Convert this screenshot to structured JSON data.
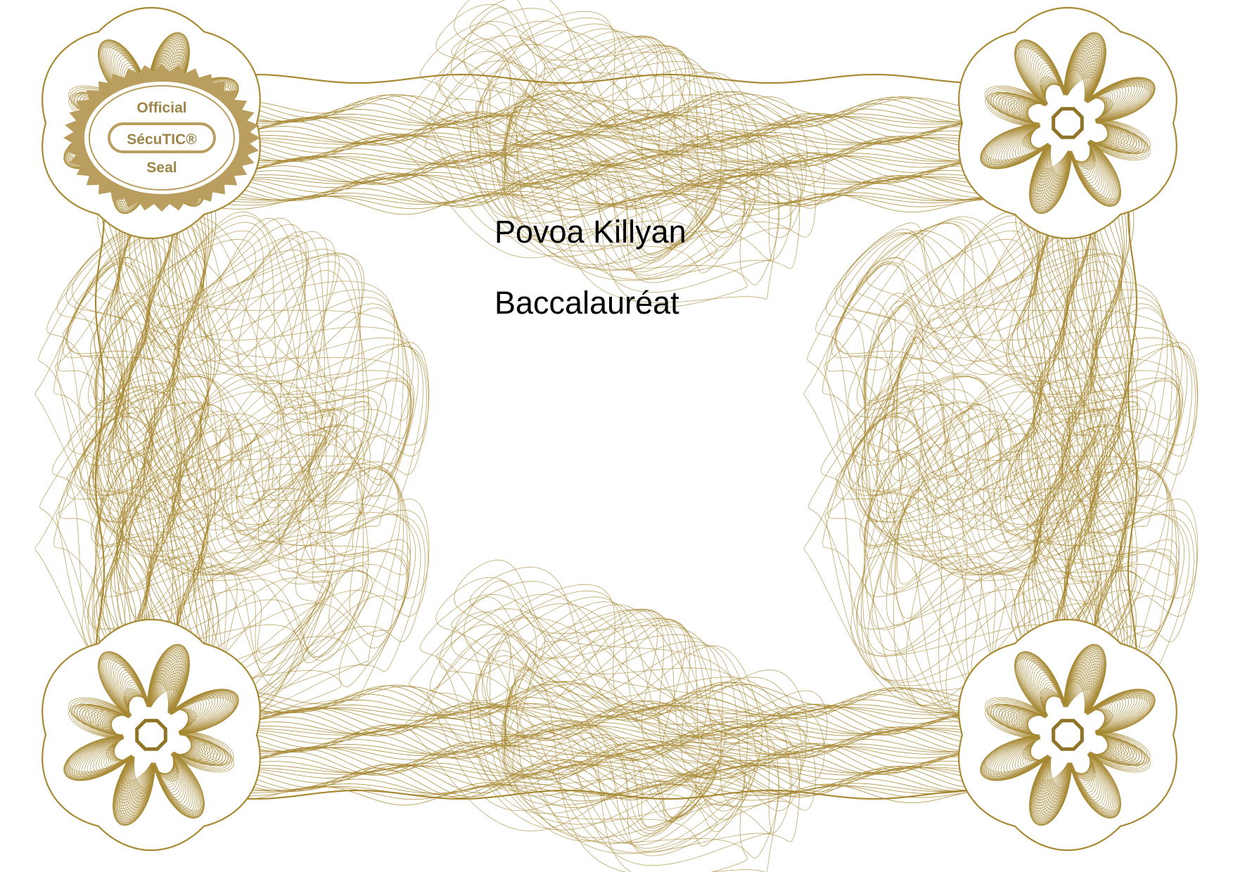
{
  "certificate": {
    "recipient_name": "Povoa Killyan",
    "degree": "Baccalauréat"
  },
  "seal": {
    "line1": "Official",
    "line2": "SécuTIC®",
    "line3": "Seal"
  },
  "colors": {
    "guilloche": "#a88a35",
    "guilloche_dark": "#8f7326",
    "seal_fill": "#b99e5f",
    "background": "#ffffff",
    "text": "#000000"
  },
  "decorations": {
    "rosette_icon": "octagon-rosette-icon",
    "seal_icon": "starburst-seal-icon"
  }
}
